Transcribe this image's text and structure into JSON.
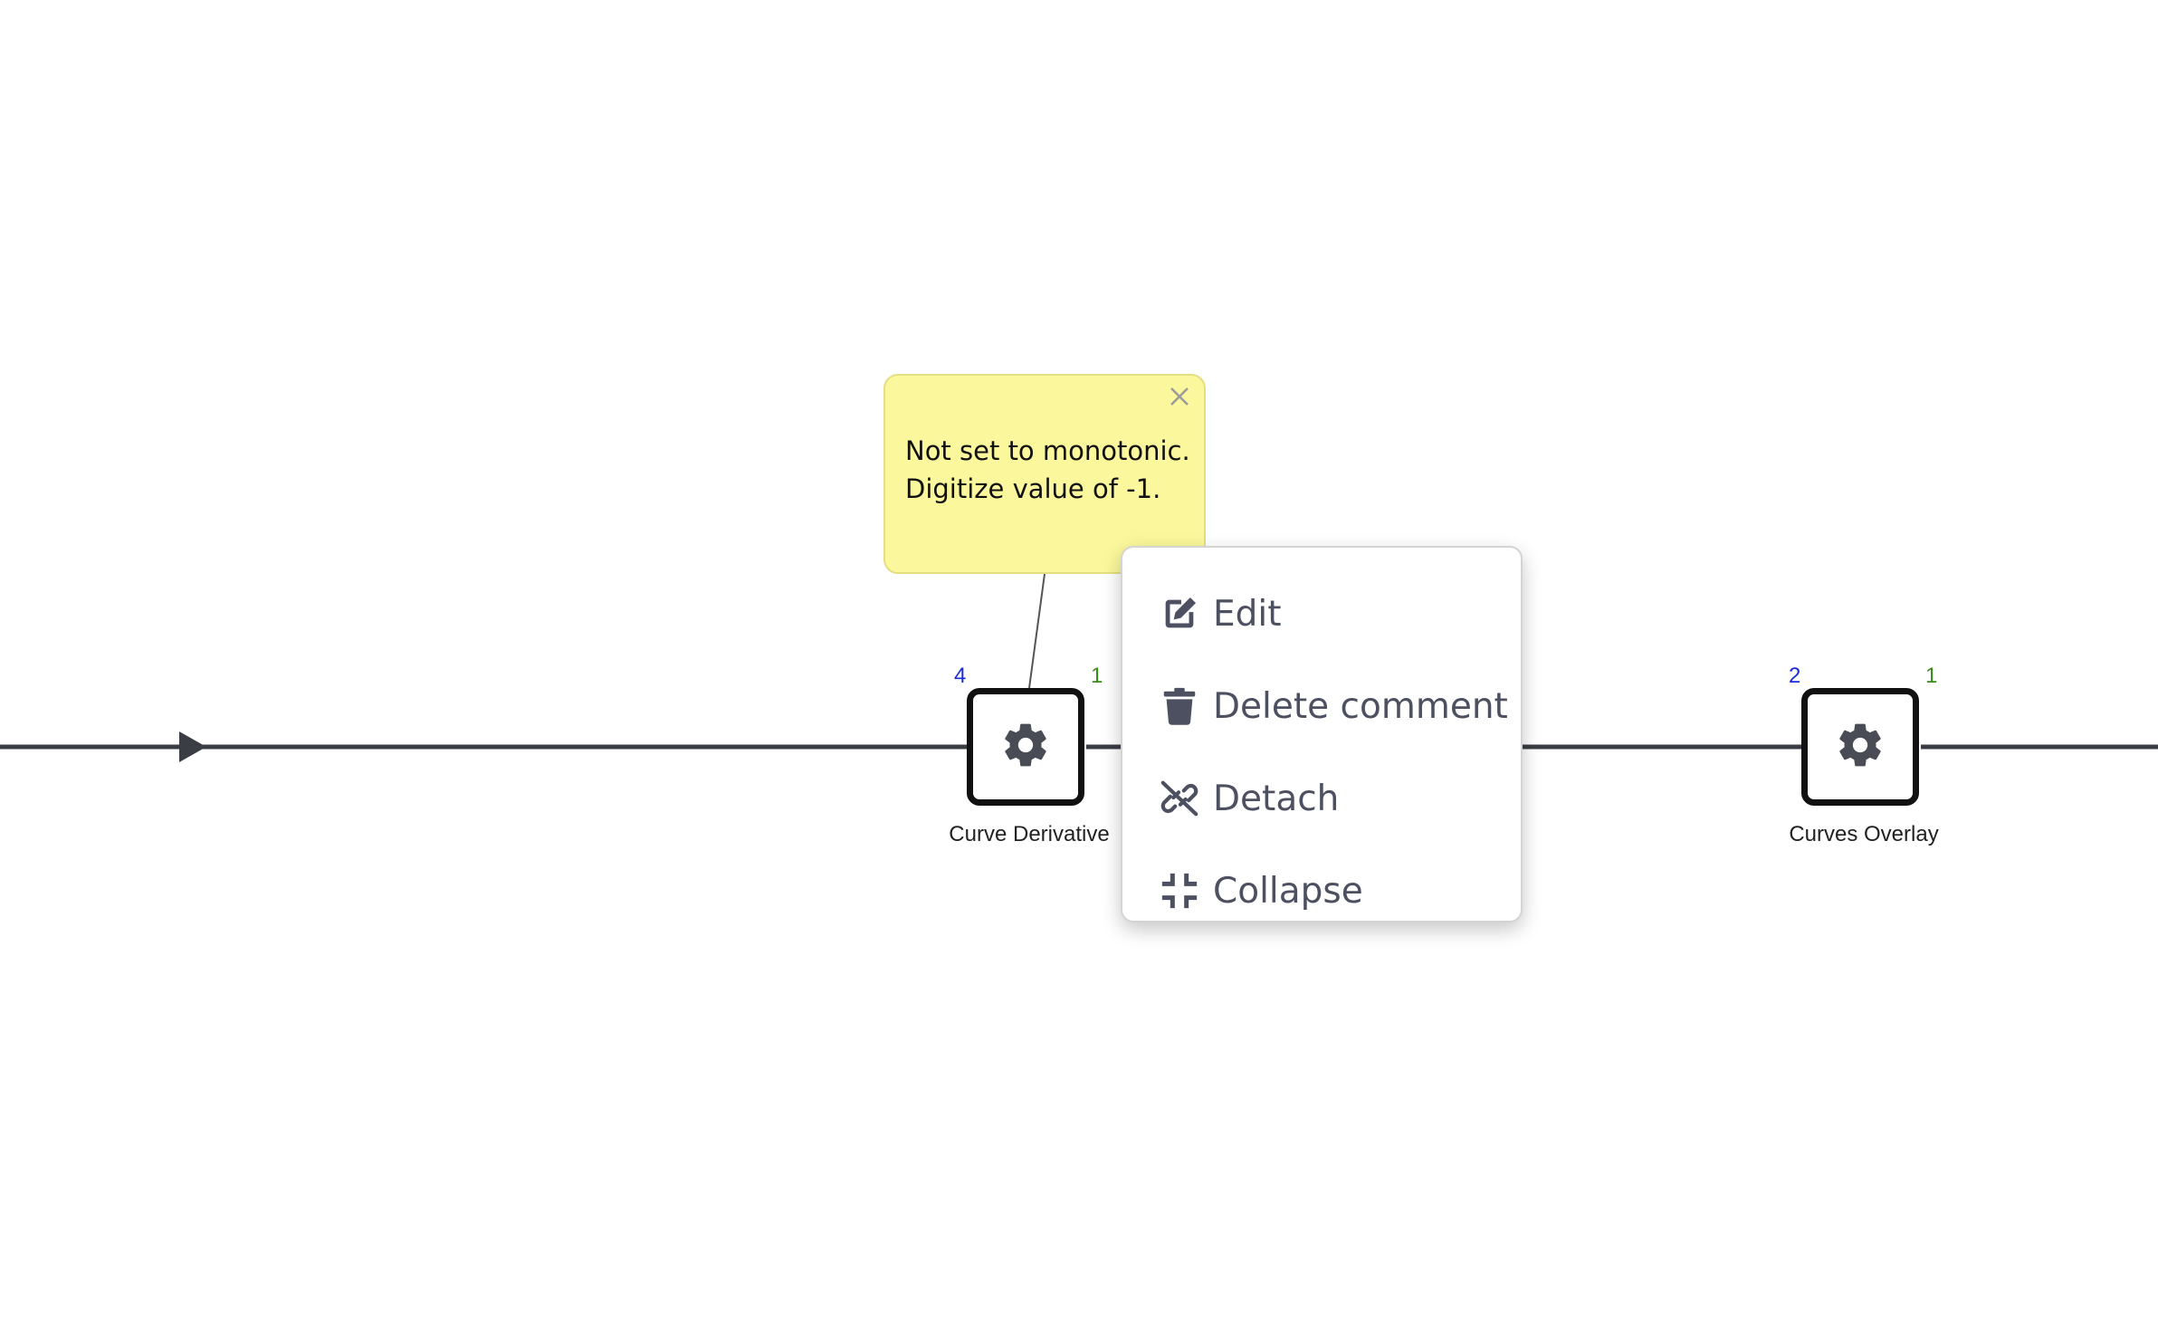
{
  "note": {
    "line1": "Not set to monotonic.",
    "line2": "Digitize value of -1."
  },
  "context_menu": {
    "items": [
      {
        "label": "Edit",
        "icon": "edit-icon"
      },
      {
        "label": "Delete comment",
        "icon": "trash-icon"
      },
      {
        "label": "Detach",
        "icon": "unlink-icon"
      },
      {
        "label": "Collapse",
        "icon": "collapse-icon"
      }
    ]
  },
  "nodes": [
    {
      "label": "Curve Derivative",
      "inputs": "4",
      "outputs": "1",
      "icon": "gear-icon"
    },
    {
      "label": "Curves Overlay",
      "inputs": "2",
      "outputs": "1",
      "icon": "gear-icon"
    }
  ],
  "colors": {
    "note_bg": "#fbf79c",
    "input_count": "#1a2bd8",
    "output_count": "#3a8a1a",
    "menu_text": "#4d5060"
  }
}
